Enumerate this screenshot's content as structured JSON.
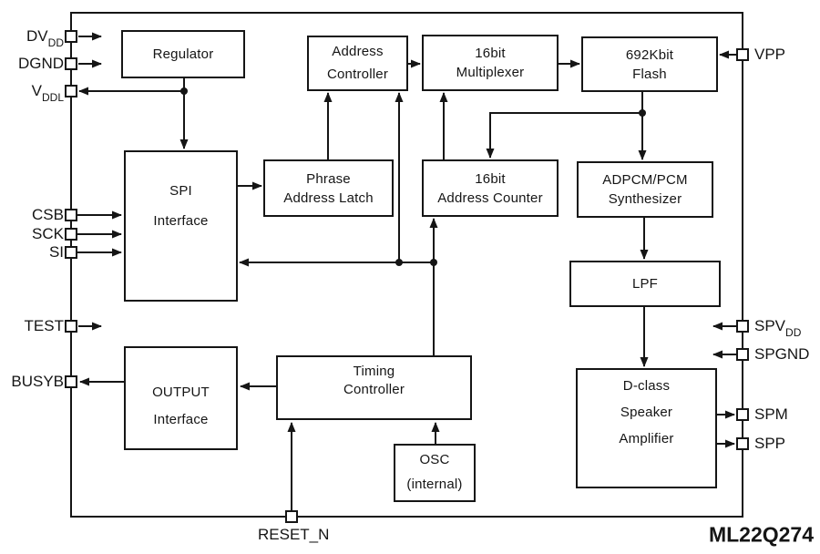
{
  "part_number": "ML22Q274",
  "colors": {
    "line": "#151515",
    "background": "#ffffff"
  },
  "blocks": {
    "regulator": {
      "lines": [
        "Regulator"
      ]
    },
    "address_controller": {
      "lines": [
        "Address",
        "Controller"
      ]
    },
    "multiplexer_16bit": {
      "lines": [
        "16bit",
        "Multiplexer"
      ]
    },
    "flash_692kbit": {
      "lines": [
        "692Kbit",
        "Flash"
      ]
    },
    "spi_interface": {
      "lines": [
        "SPI",
        "Interface"
      ]
    },
    "phrase_address_latch": {
      "lines": [
        "Phrase",
        "Address Latch"
      ]
    },
    "address_counter_16bit": {
      "lines": [
        "16bit",
        "Address Counter"
      ]
    },
    "adpcm_pcm_synthesizer": {
      "lines": [
        "ADPCM/PCM",
        "Synthesizer"
      ]
    },
    "lpf": {
      "lines": [
        "LPF"
      ]
    },
    "output_interface": {
      "lines": [
        "OUTPUT",
        "Interface"
      ]
    },
    "timing_controller": {
      "lines": [
        "Timing",
        "Controller"
      ]
    },
    "osc_internal": {
      "lines": [
        "OSC",
        "(internal)"
      ]
    },
    "dclass_speaker_amplifier": {
      "lines": [
        "D-class",
        "Speaker",
        "Amplifier"
      ]
    }
  },
  "pins": {
    "dvdd": {
      "main": "DV",
      "sub": "DD",
      "direction": "input"
    },
    "dgnd": {
      "main": "DGND",
      "sub": "",
      "direction": "input"
    },
    "vddl": {
      "main": "V",
      "sub": "DDL",
      "direction": "output"
    },
    "csb": {
      "main": "CSB",
      "sub": "",
      "direction": "input"
    },
    "sck": {
      "main": "SCK",
      "sub": "",
      "direction": "input"
    },
    "si": {
      "main": "SI",
      "sub": "",
      "direction": "input"
    },
    "test": {
      "main": "TEST",
      "sub": "",
      "direction": "input"
    },
    "busyb": {
      "main": "BUSYB",
      "sub": "",
      "direction": "output"
    },
    "reset_n": {
      "main": "RESET_N",
      "sub": "",
      "direction": "input"
    },
    "vpp": {
      "main": "VPP",
      "sub": "",
      "direction": "input"
    },
    "spvdd": {
      "main": "SPV",
      "sub": "DD",
      "direction": "input"
    },
    "spgnd": {
      "main": "SPGND",
      "sub": "",
      "direction": "input"
    },
    "spm": {
      "main": "SPM",
      "sub": "",
      "direction": "output"
    },
    "spp": {
      "main": "SPP",
      "sub": "",
      "direction": "output"
    }
  }
}
